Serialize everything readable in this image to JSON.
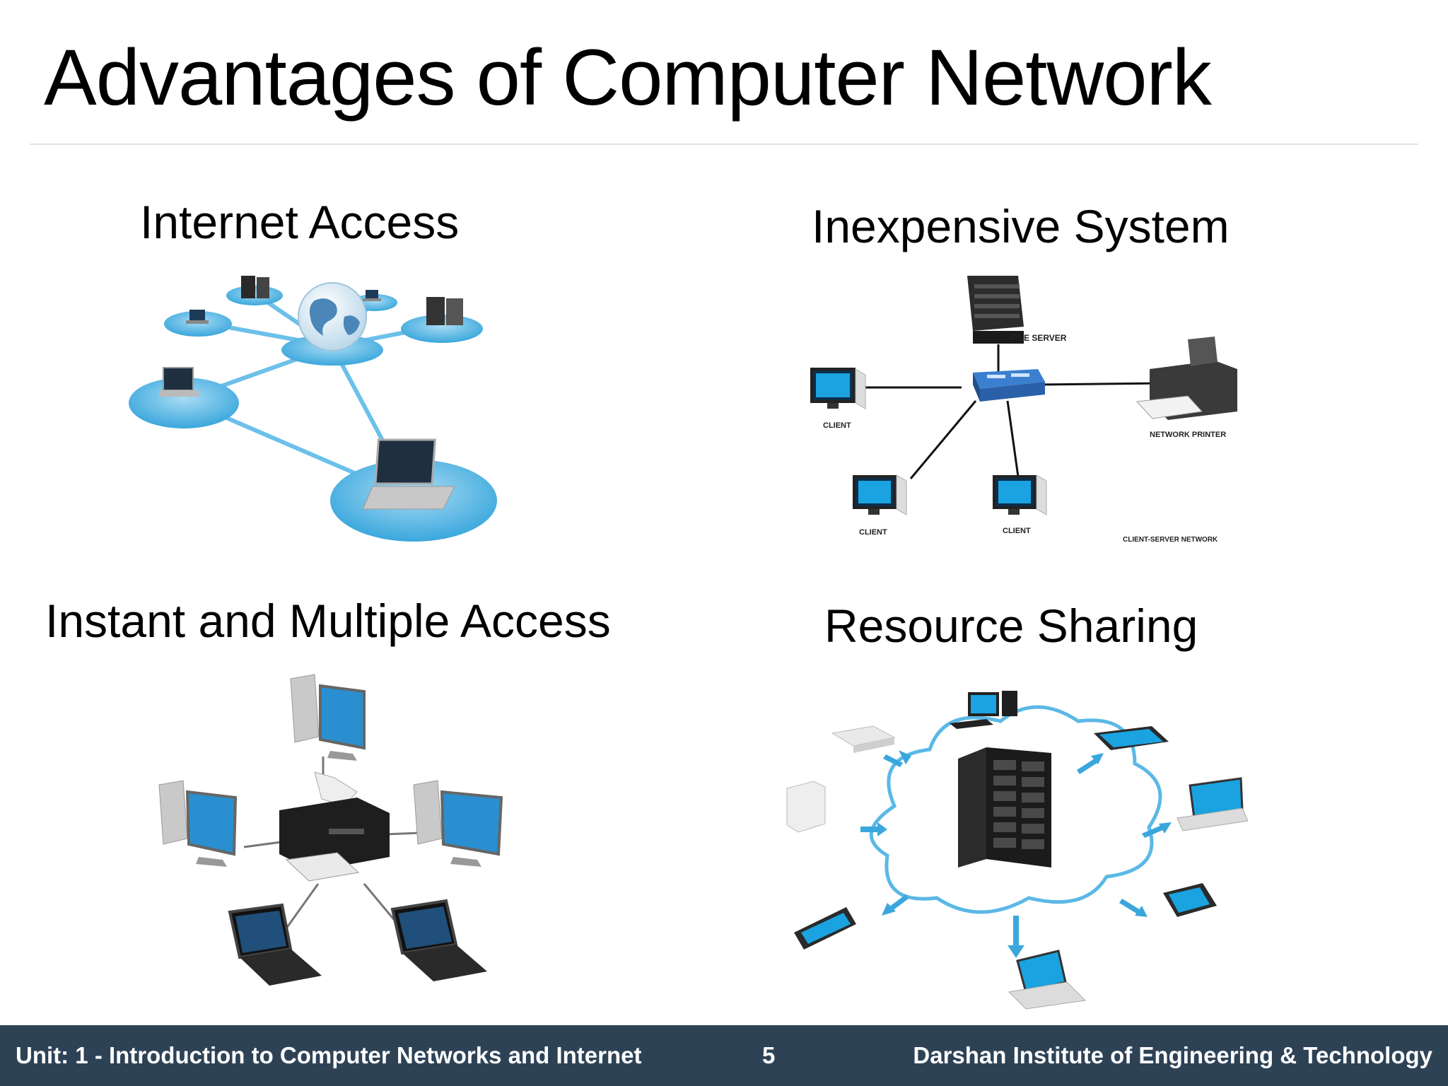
{
  "slide": {
    "title": "Advantages of Computer Network"
  },
  "sections": [
    {
      "id": "internet-access",
      "heading": "Internet Access"
    },
    {
      "id": "inexpensive-system",
      "heading": "Inexpensive System",
      "diagram_labels": {
        "file_server": "FILE SERVER",
        "client": "CLIENT",
        "network_printer": "NETWORK PRINTER",
        "caption": "CLIENT-SERVER NETWORK"
      }
    },
    {
      "id": "instant-multiple-access",
      "heading": "Instant and Multiple Access"
    },
    {
      "id": "resource-sharing",
      "heading": "Resource Sharing"
    }
  ],
  "footer": {
    "unit": "Unit: 1 - Introduction to Computer Networks and Internet",
    "page": "5",
    "institute": "Darshan Institute of Engineering & Technology"
  },
  "colors": {
    "footer_bg": "#2e4256",
    "accent_blue": "#3aa7dc",
    "rule": "#e3e3e3"
  },
  "icons": [
    "globe-icon",
    "server-icon",
    "laptop-icon",
    "monitor-icon",
    "printer-icon",
    "switch-icon",
    "cloud-icon",
    "tablet-icon",
    "phone-icon",
    "router-icon"
  ]
}
